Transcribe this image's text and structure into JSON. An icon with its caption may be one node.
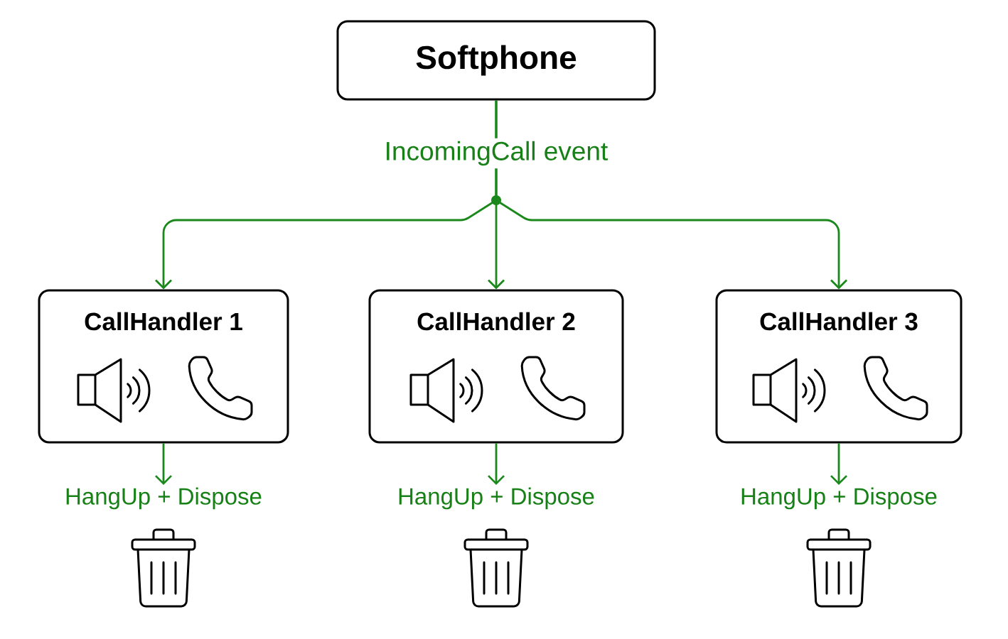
{
  "diagram": {
    "nodes": [
      {
        "text": [
          "Softphone"
        ]
      },
      {
        "text": [
          "CallHandler 1"
        ]
      },
      {
        "text": [
          "CallHandler 2"
        ]
      },
      {
        "text": [
          "CallHandler 3"
        ]
      },
      {
        "text": [
          "HangUp + Dispose"
        ]
      },
      {
        "text": [
          "HangUp + Dispose"
        ]
      },
      {
        "text": [
          "HangUp + Dispose"
        ]
      }
    ],
    "edges": [
      {
        "from": 0,
        "to": 1,
        "arrow": "to"
      },
      {
        "from": 0,
        "to": 2,
        "arrow": "to",
        "label": "IncomingCall event"
      },
      {
        "from": 0,
        "to": 3,
        "arrow": "to"
      },
      {
        "from": 1,
        "to": 4,
        "arrow": "to"
      },
      {
        "from": 2,
        "to": 5,
        "arrow": "to"
      },
      {
        "from": 3,
        "to": 6,
        "arrow": "to"
      }
    ]
  }
}
